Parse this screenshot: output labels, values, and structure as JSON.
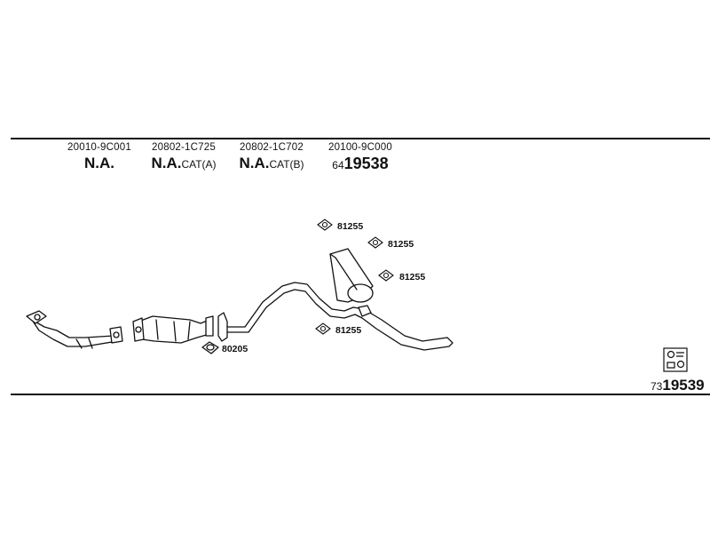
{
  "columns": [
    {
      "oe_number": "20010-9C001",
      "bold": "N.A.",
      "suffix": ""
    },
    {
      "oe_number": "20802-1C725",
      "bold": "N.A.",
      "suffix": "CAT(A)"
    },
    {
      "oe_number": "20802-1C702",
      "bold": "N.A.",
      "suffix": "CAT(B)"
    },
    {
      "oe_number": "20100-9C000",
      "prefix": "64",
      "bold": "19538",
      "suffix": ""
    }
  ],
  "part_labels": {
    "gasket": "80205",
    "hanger_1": "81255",
    "hanger_2": "81255",
    "hanger_3": "81255",
    "hanger_4": "81255"
  },
  "reference": {
    "prefix": "73",
    "number": "19539"
  },
  "icons": [
    "exhaust-pipe-icon",
    "catalytic-converter-icon",
    "silencer-icon",
    "gasket-icon",
    "rubber-hanger-icon",
    "fitting-kit-icon"
  ]
}
